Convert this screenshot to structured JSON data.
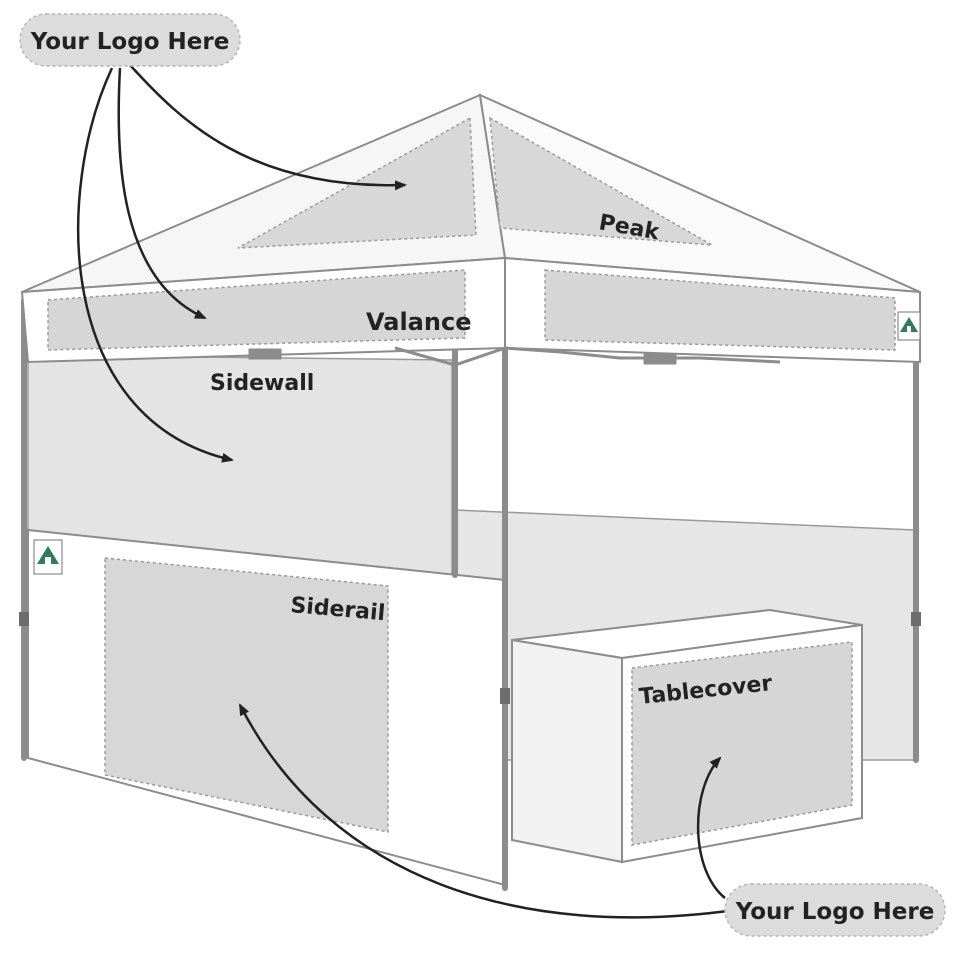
{
  "callouts": {
    "top": "Your Logo Here",
    "bottom": "Your Logo Here"
  },
  "labels": {
    "peak": "Peak",
    "valance": "Valance",
    "sidewall": "Sidewall",
    "siderail": "Siderail",
    "tablecover": "Tablecover"
  },
  "colors": {
    "frame": "#8c8c8c",
    "panel_fill": "#e4e4e4",
    "print_area": "#d6d6d6",
    "dashed": "#9a9a9a",
    "logo_green": "#2e7d5b",
    "arrow": "#222222"
  },
  "icons": {
    "tent_logo": "tent-logo-icon"
  }
}
